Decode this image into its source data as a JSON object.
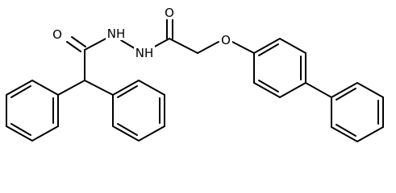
{
  "structure": {
    "atoms": {
      "o_carbonyl_left": "O",
      "nh_left": "NH",
      "nh_right": "NH",
      "o_carbonyl_right": "O",
      "o_ether": "O"
    }
  }
}
